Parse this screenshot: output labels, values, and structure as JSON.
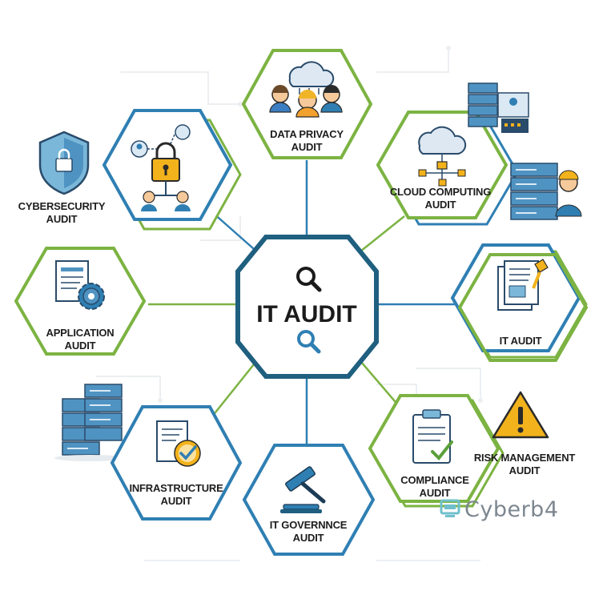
{
  "center": {
    "label": "IT AUDIT"
  },
  "nodes": {
    "data_privacy": {
      "line1": "DATA PRIVACY",
      "line2": "AUDIT"
    },
    "cybersecurity": {
      "line1": "CYBERSECURITY",
      "line2": "AUDIT"
    },
    "cloud_computing": {
      "line1": "CLOUD COMPUTING",
      "line2": "AUDIT"
    },
    "application": {
      "line1": "APPLICATION",
      "line2": "AUDIT"
    },
    "it_audit_node": {
      "line1": "IT AUDIT"
    },
    "infrastructure": {
      "line1": "INFRASTRUCTURE",
      "line2": "AUDIT"
    },
    "it_governance": {
      "line1": "IT GOVERNNCE",
      "line2": "AUDIT"
    },
    "compliance": {
      "line1": "COMPLIANCE",
      "line2": "AUDIT"
    },
    "risk_management": {
      "line1": "RISK MANAGEMENT",
      "line2": "AUDIT"
    }
  },
  "watermark": {
    "text": "Cyberb4"
  },
  "colors": {
    "blue": "#2f7fb3",
    "green": "#7cb342",
    "center_border": "#1f5f7f",
    "gold": "#f2b21b"
  }
}
